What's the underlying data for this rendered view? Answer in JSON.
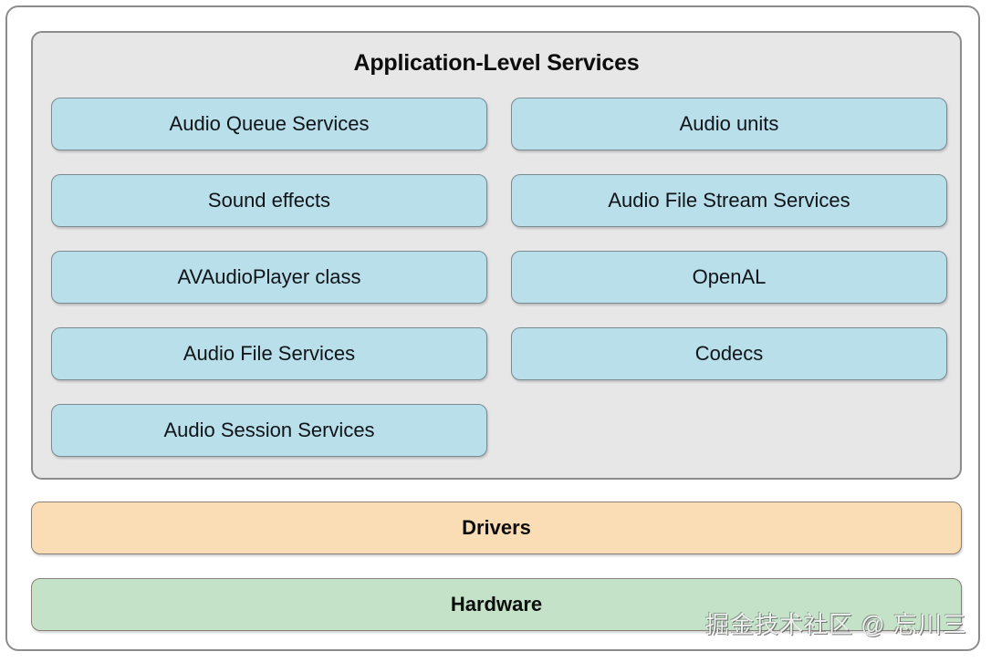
{
  "diagram": {
    "title": "Application-Level Services",
    "colors": {
      "panel_background": "#e7e7e7",
      "service_box": "#b8dfea",
      "drivers_bar": "#fbddb5",
      "hardware_bar": "#c3e2c8",
      "border": "#8c8c8c",
      "text": "#0d0d0d"
    },
    "columns": {
      "left": [
        {
          "label": "Audio Queue Services"
        },
        {
          "label": "Sound effects"
        },
        {
          "label": "AVAudioPlayer class"
        },
        {
          "label": "Audio File Services"
        },
        {
          "label": "Audio Session Services"
        }
      ],
      "right": [
        {
          "label": "Audio units"
        },
        {
          "label": "Audio File Stream Services"
        },
        {
          "label": "OpenAL"
        },
        {
          "label": "Codecs"
        }
      ]
    },
    "layers": [
      {
        "label": "Drivers"
      },
      {
        "label": "Hardware"
      }
    ]
  },
  "watermark": {
    "text": "掘金技术社区 @ 忘川三"
  }
}
